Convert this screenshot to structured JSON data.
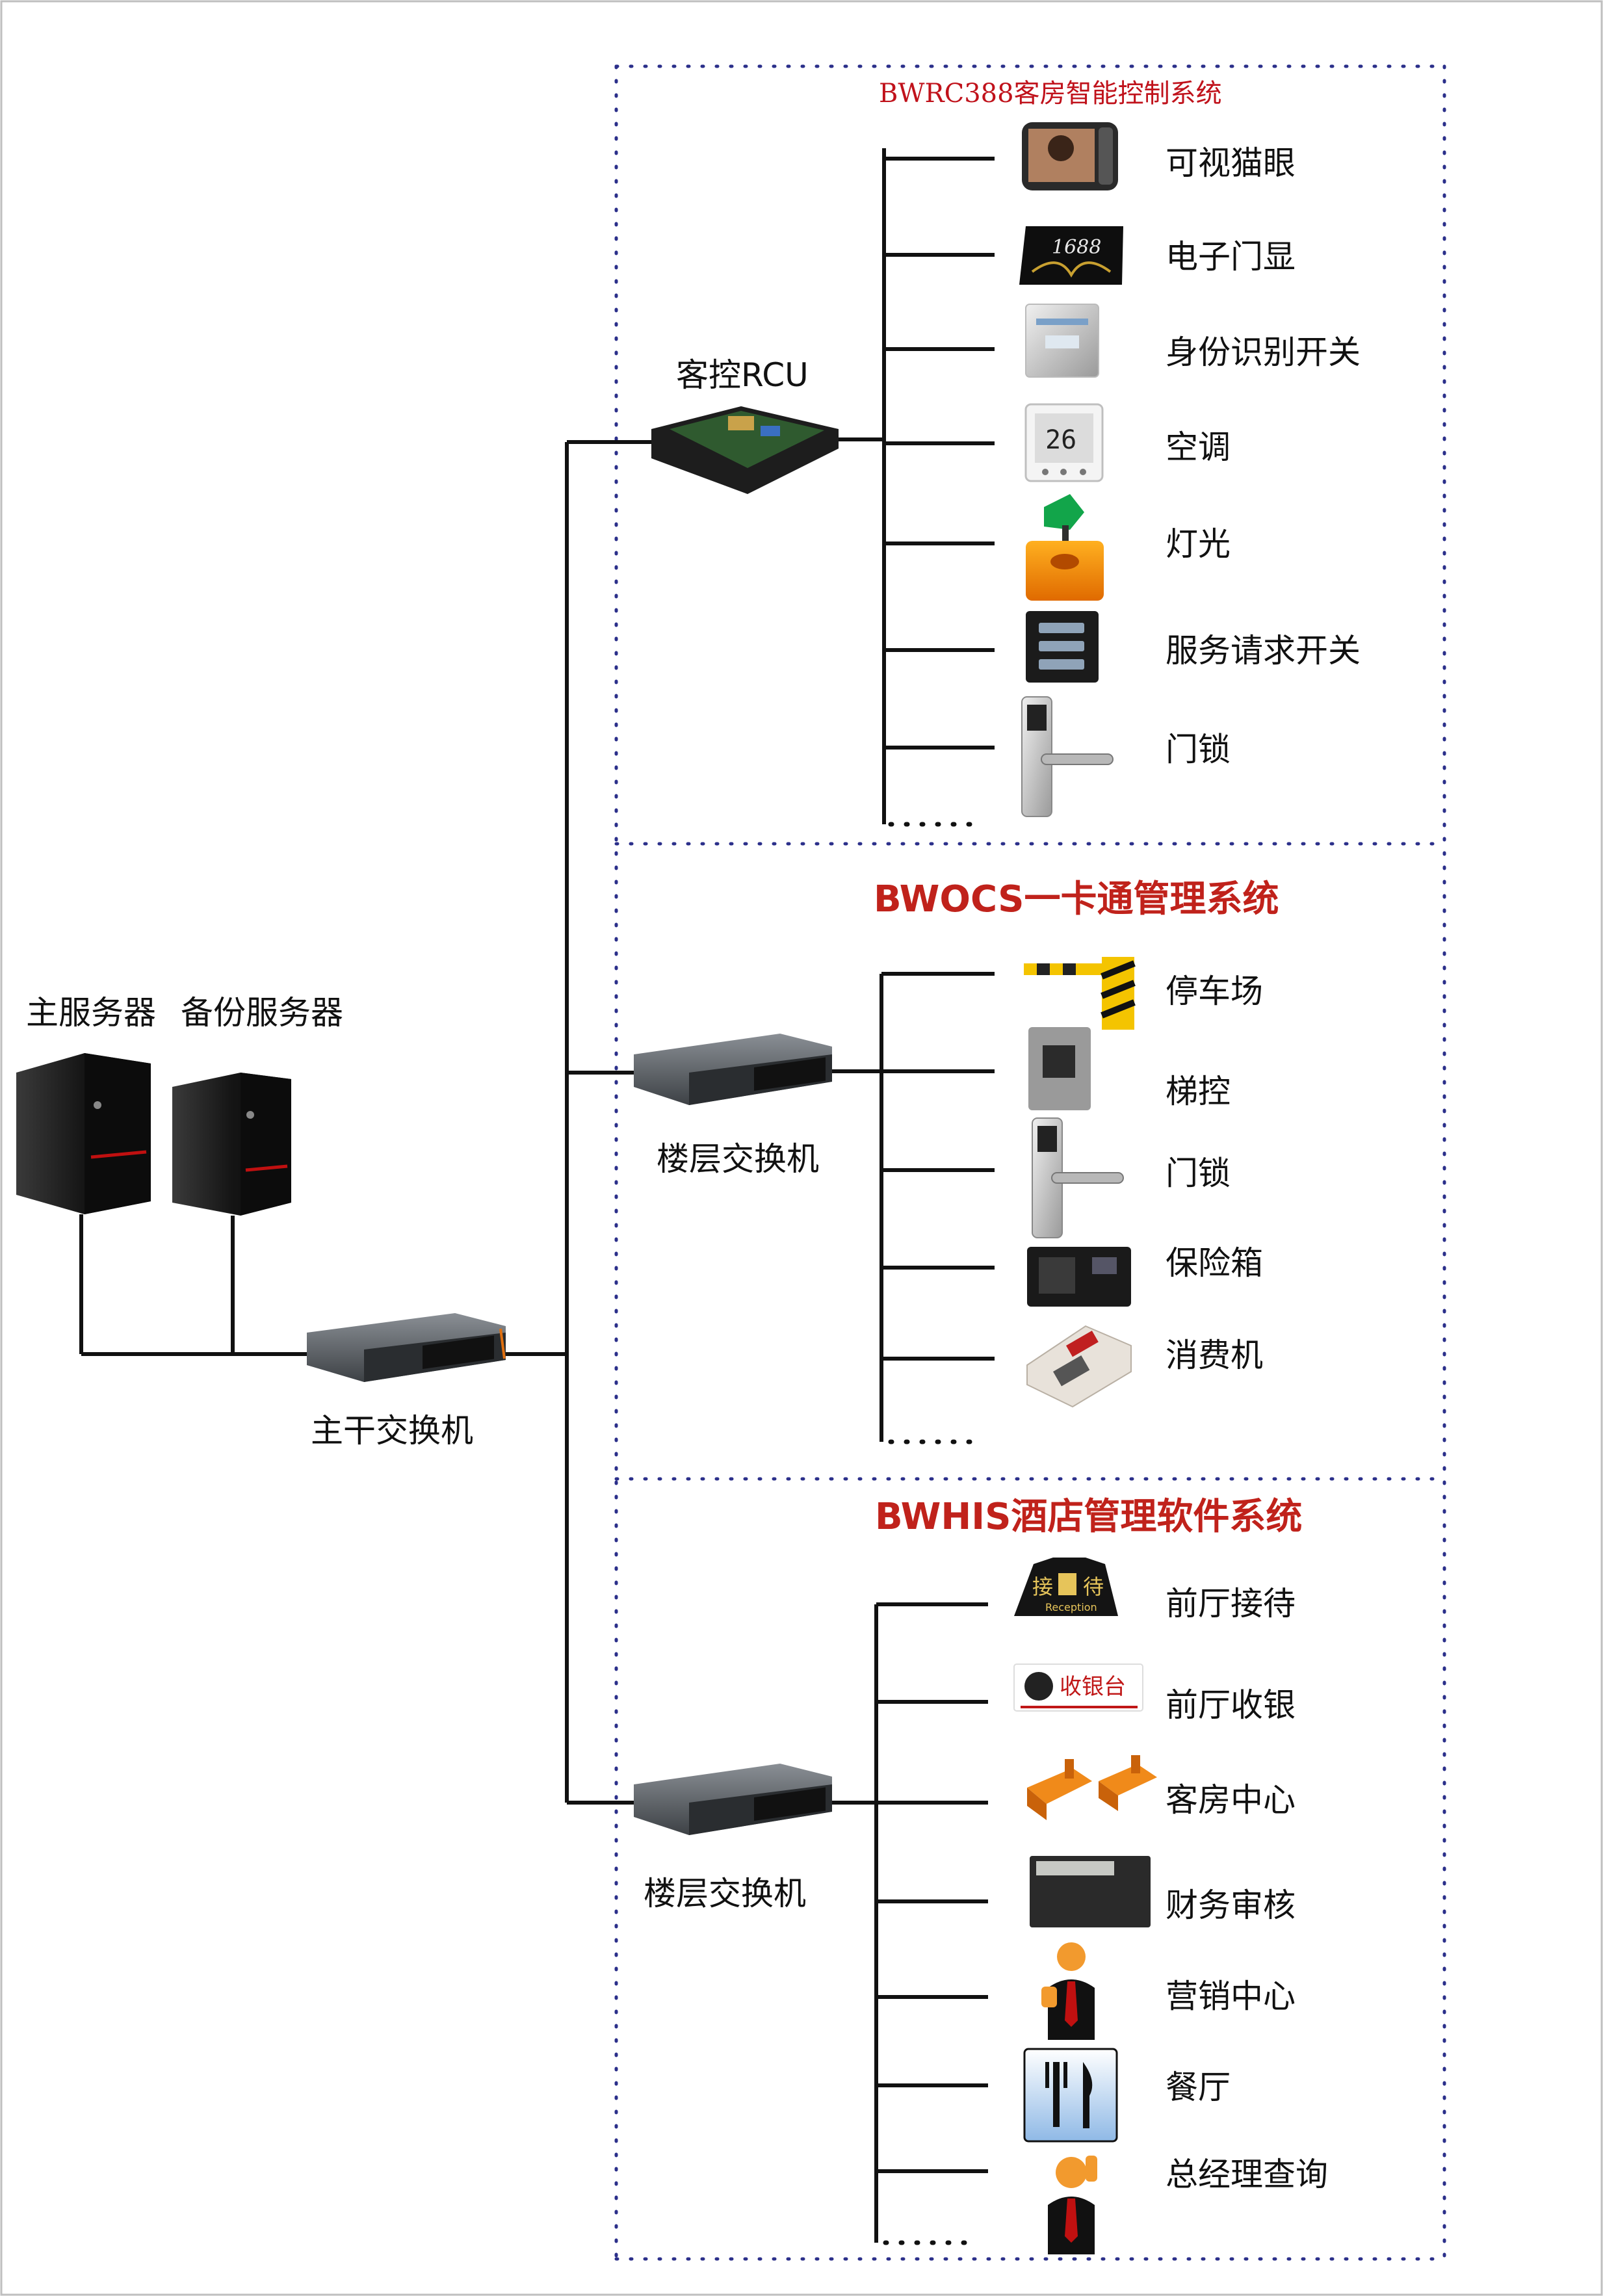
{
  "servers": {
    "primary": "主服务器",
    "backup": "备份服务器"
  },
  "core_switch": {
    "label": "主干交换机"
  },
  "rcu_section": {
    "title": "BWRC388客房智能控制系统",
    "hub": "客控RCU",
    "items": [
      "可视猫眼",
      "电子门显",
      "身份识别开关",
      "空调",
      "灯光",
      "服务请求开关",
      "门锁"
    ]
  },
  "ocs_section": {
    "title": "BWOCS一卡通管理系统",
    "hub": "楼层交换机",
    "items": [
      "停车场",
      "梯控",
      "门锁",
      "保险箱",
      "消费机"
    ]
  },
  "his_section": {
    "title": "BWHIS酒店管理软件系统",
    "hub": "楼层交换机",
    "items": [
      "前厅接待",
      "前厅收银",
      "客房中心",
      "财务审核",
      "营销中心",
      "餐厅",
      "总经理查询"
    ]
  },
  "icon_text": {
    "door_display": "1688",
    "thermostat": "26",
    "reception_left": "接",
    "reception_right": "待",
    "reception_en": "Reception",
    "cashier": "收银台"
  },
  "icons": {
    "rcu": [
      "peephole-icon",
      "door-display-icon",
      "card-switch-icon",
      "thermostat-icon",
      "light-icon",
      "service-panel-icon",
      "door-lock-icon"
    ],
    "ocs": [
      "parking-barrier-icon",
      "elevator-reader-icon",
      "door-lock-icon",
      "safe-box-icon",
      "pos-terminal-icon"
    ],
    "his": [
      "reception-sign-icon",
      "cashier-sign-icon",
      "room-beds-icon",
      "calculator-icon",
      "sales-person-icon",
      "restaurant-icon",
      "manager-person-icon"
    ]
  },
  "colors": {
    "title_red": "#c0121b",
    "border_dots": "#2b2f8a",
    "line": "#111111"
  }
}
